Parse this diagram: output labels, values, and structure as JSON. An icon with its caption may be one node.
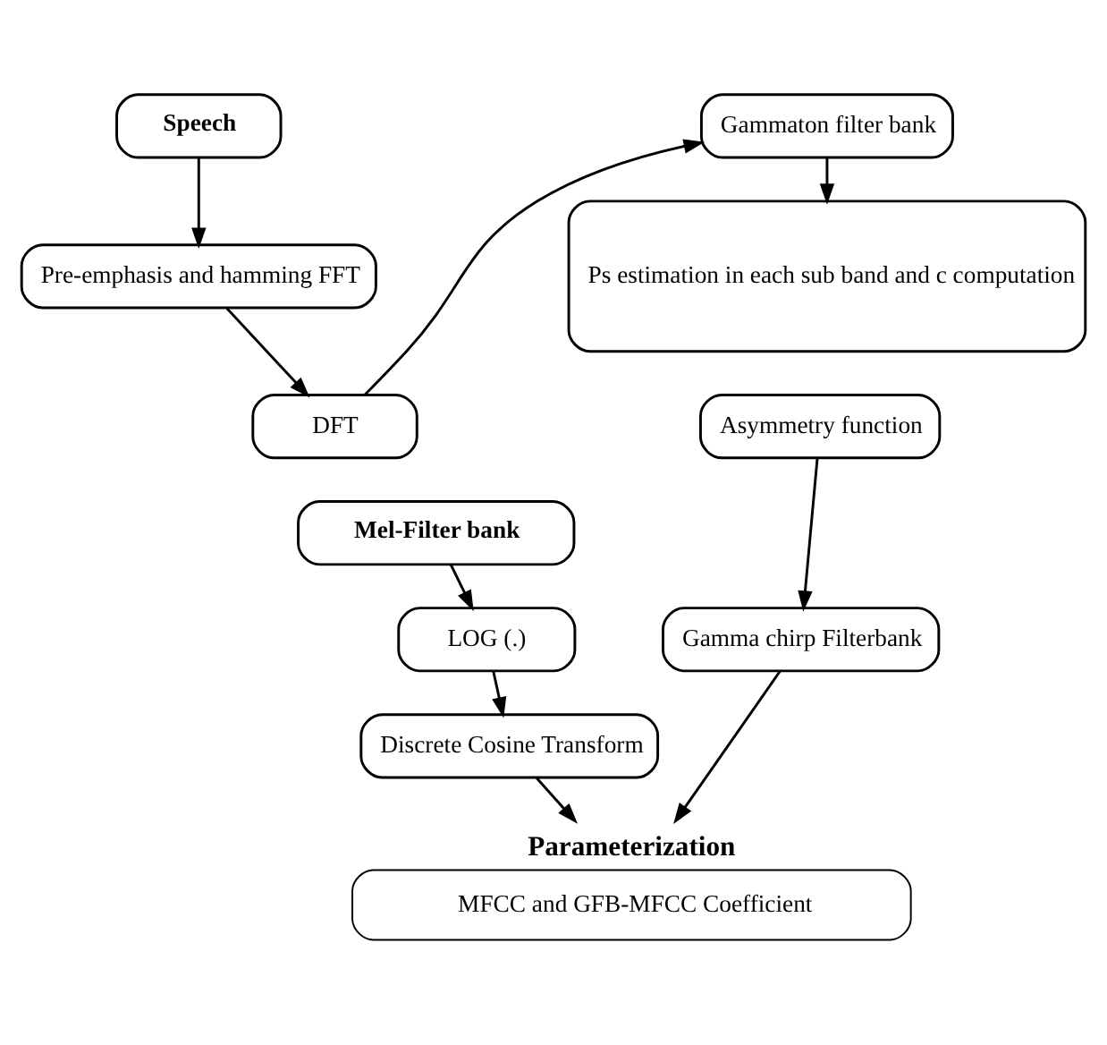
{
  "diagram": {
    "nodes": [
      {
        "text": [
          "Speech"
        ]
      },
      {
        "text": [
          "Pre-emphasis and hamming FFT"
        ]
      },
      {
        "text": [
          "DFT"
        ]
      },
      {
        "text": [
          "Mel-Filter bank"
        ]
      },
      {
        "text": [
          "LOG (.)"
        ]
      },
      {
        "text": [
          "Discrete Cosine Transform"
        ]
      },
      {
        "text": [
          "Gammaton filter bank"
        ]
      },
      {
        "text": [
          "Ps estimation in each sub band and c computation"
        ]
      },
      {
        "text": [
          "Asymmetry function"
        ]
      },
      {
        "text": [
          "Gamma chirp Filterbank"
        ]
      },
      {
        "text": [
          "Parameterization",
          "MFCC and GFB-MFCC Coefficient"
        ]
      }
    ],
    "edges": [
      {
        "from": 0,
        "to": 1,
        "arrow": "to"
      },
      {
        "from": 1,
        "to": 2,
        "arrow": "to"
      },
      {
        "from": 2,
        "to": 6,
        "arrow": "to"
      },
      {
        "from": 3,
        "to": 4,
        "arrow": "to"
      },
      {
        "from": 4,
        "to": 5,
        "arrow": "to"
      },
      {
        "from": 5,
        "to": 10,
        "arrow": "to"
      },
      {
        "from": 6,
        "to": 7,
        "arrow": "to"
      },
      {
        "from": 8,
        "to": 9,
        "arrow": "to"
      },
      {
        "from": 9,
        "to": 10,
        "arrow": "to"
      }
    ]
  }
}
